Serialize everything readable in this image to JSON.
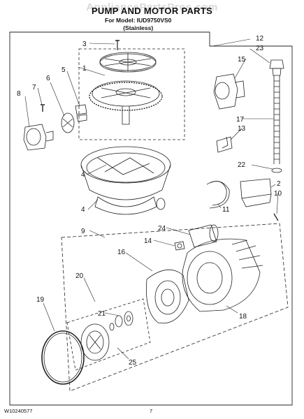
{
  "watermark": "AppliancePartsPros.com",
  "title": "PUMP AND MOTOR PARTS",
  "subtitle_line1": "For Model: IUD9750VS0",
  "subtitle_line2": "(Stainless)",
  "footer_code": "W10240577",
  "page_number": "7",
  "callouts": {
    "c1": "1",
    "c2": "2",
    "c3": "3",
    "c4": "4",
    "c5": "5",
    "c6": "6",
    "c7": "7",
    "c8": "8",
    "c9": "9",
    "c10": "10",
    "c11": "11",
    "c12": "12",
    "c13": "13",
    "c14": "14",
    "c15": "15",
    "c16": "16",
    "c17": "17",
    "c18": "18",
    "c19": "19",
    "c20": "20",
    "c21": "21",
    "c22": "22",
    "c23": "23",
    "c24": "24",
    "c25": "25"
  }
}
